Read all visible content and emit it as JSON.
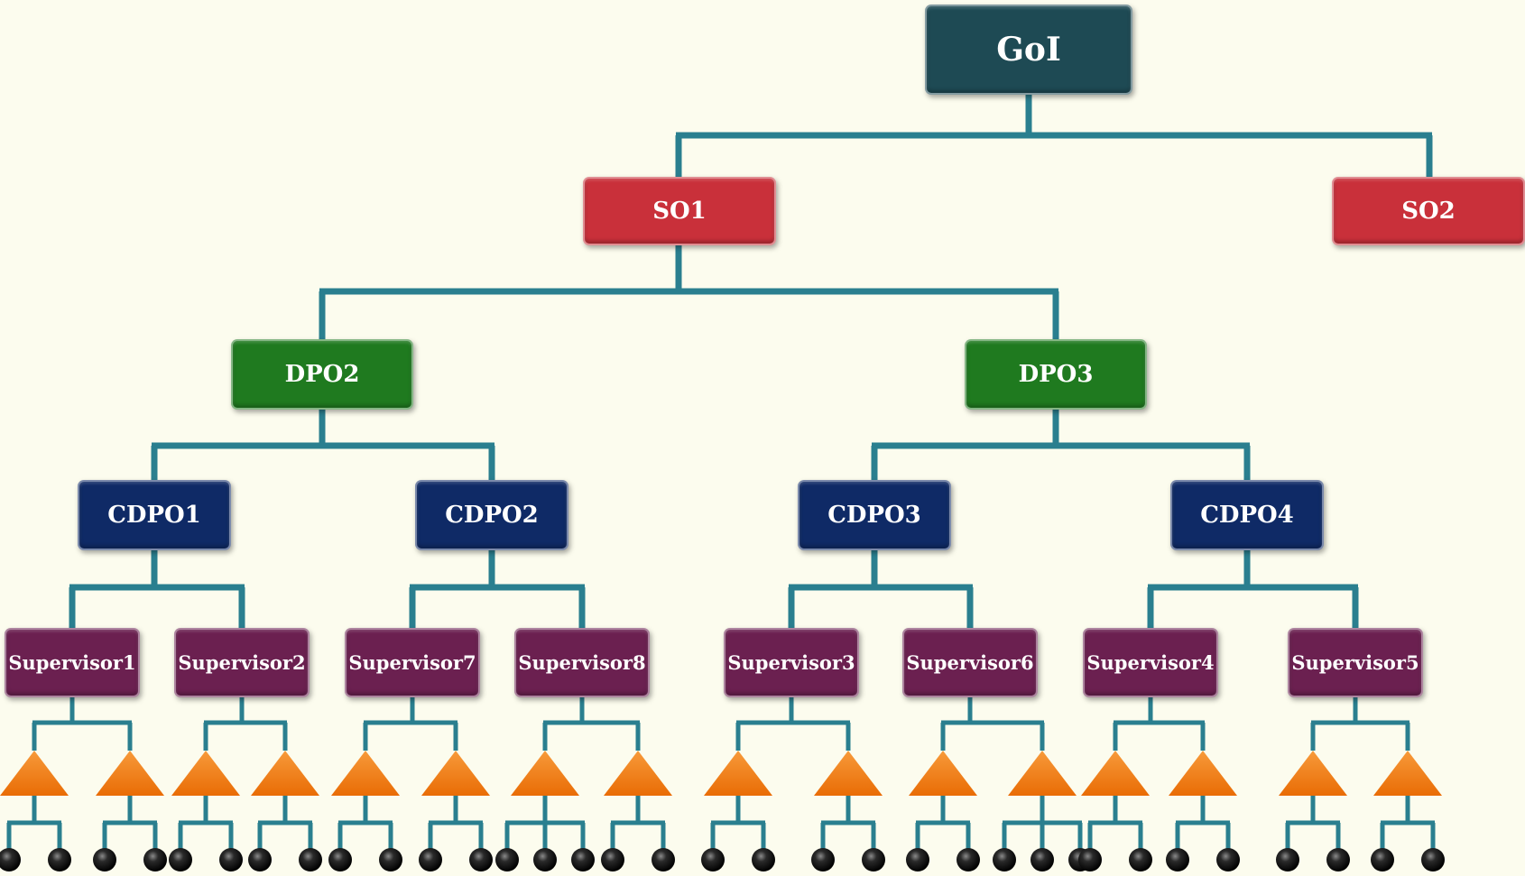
{
  "colors": {
    "background": "#fcfcee",
    "connector": "#2a7f8f",
    "goi": "#1e4a54",
    "so": "#c9303a",
    "dpo": "#1f7a1f",
    "cdpo": "#0f2a66",
    "supervisor": "#6b2050",
    "worker_triangle": "#f07b14",
    "beneficiary_dot": "#111111"
  },
  "tree": {
    "goi": "GoI",
    "so": [
      "SO1",
      "SO2"
    ],
    "dpo": [
      "DPO2",
      "DPO3"
    ],
    "cdpo": [
      "CDPO1",
      "CDPO2",
      "CDPO3",
      "CDPO4"
    ],
    "supervisors": [
      "Supervisor1",
      "Supervisor2",
      "Supervisor7",
      "Supervisor8",
      "Supervisor3",
      "Supervisor6",
      "Supervisor4",
      "Supervisor5"
    ]
  },
  "leaf_dots_per_worker": [
    2,
    2,
    2,
    2,
    2,
    2,
    3,
    2,
    2,
    2,
    2,
    3,
    2,
    2,
    2,
    2
  ]
}
